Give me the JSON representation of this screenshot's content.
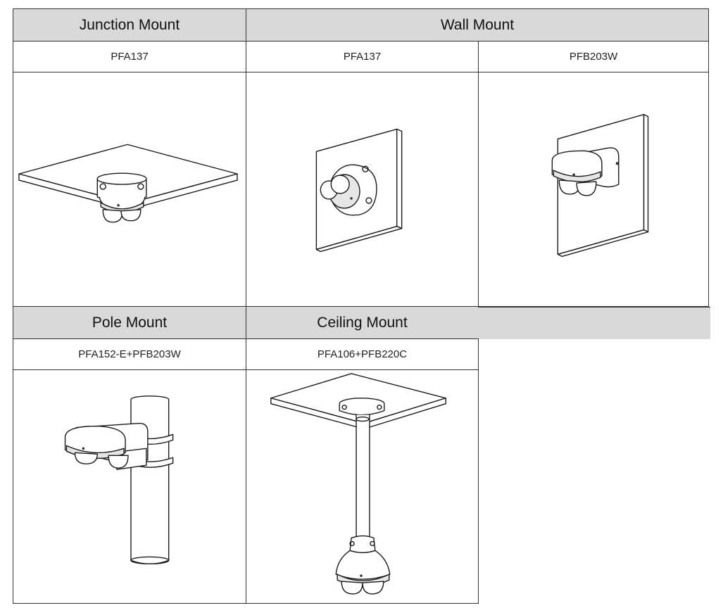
{
  "sections": {
    "junction": {
      "title": "Junction Mount",
      "model": "PFA137"
    },
    "wall": {
      "title": "Wall Mount",
      "models": [
        "PFA137",
        "PFB203W"
      ]
    },
    "pole": {
      "title": "Pole Mount",
      "model": "PFA152-E+PFB203W"
    },
    "ceiling": {
      "title": "Ceiling Mount",
      "model": "PFA106+PFB220C"
    }
  }
}
